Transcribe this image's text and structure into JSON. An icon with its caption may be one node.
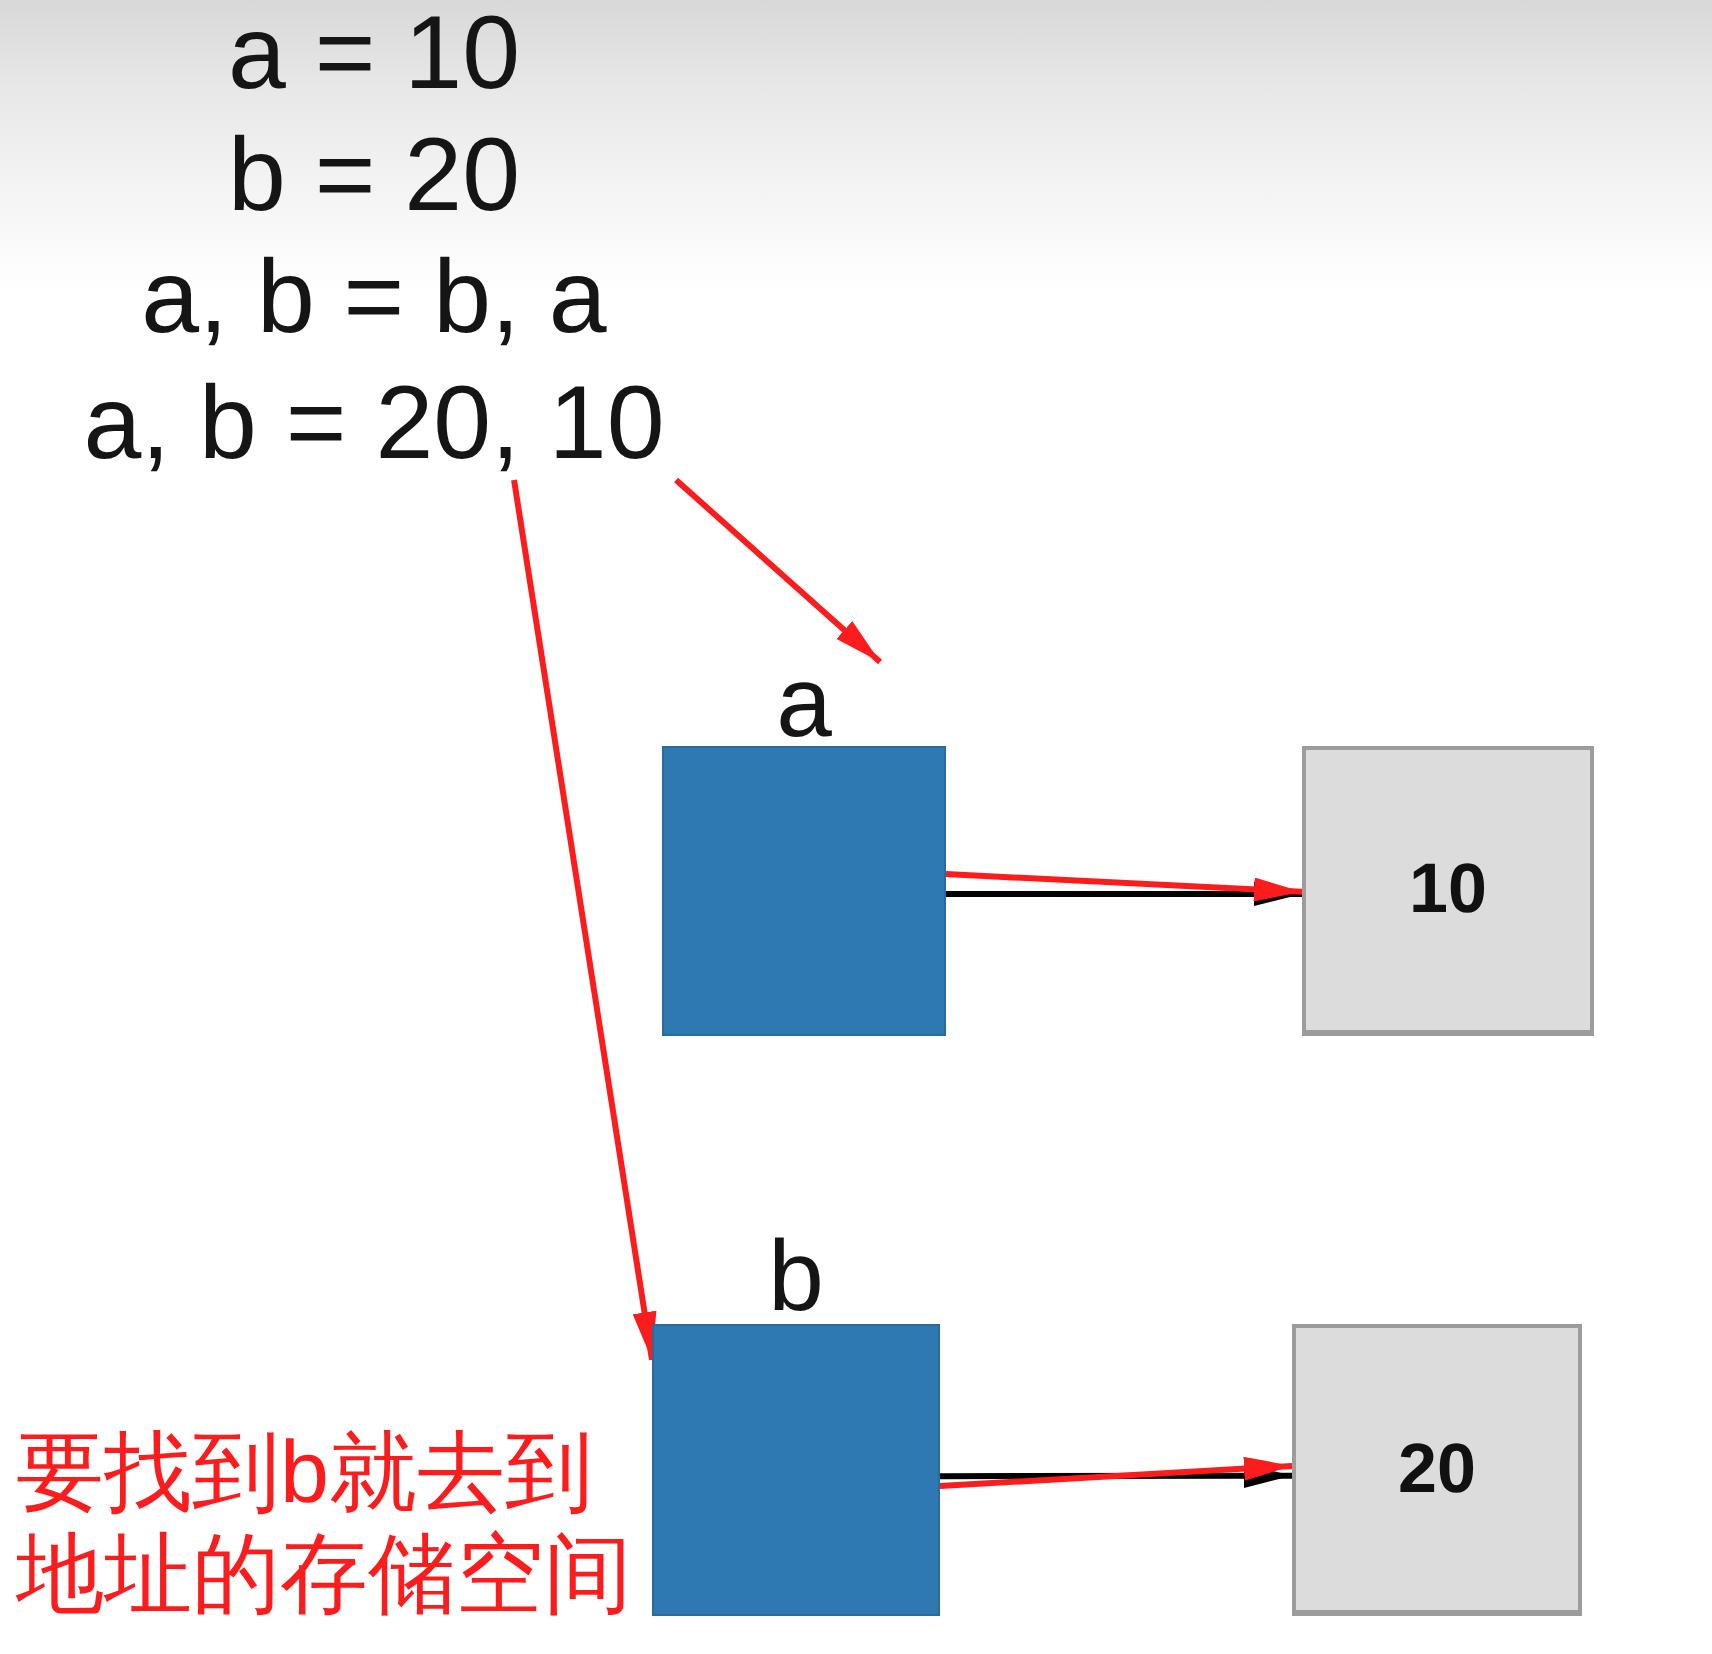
{
  "diagram": {
    "nodes": [
      {
        "text": [
          "a = 10",
          "b = 20",
          "a, b = b, a",
          "a, b = 20, 10"
        ]
      },
      {
        "text": [
          "a"
        ]
      },
      {
        "text": [
          "10"
        ]
      },
      {
        "text": [
          "b"
        ]
      },
      {
        "text": [
          "20"
        ]
      }
    ],
    "edges": [
      {
        "from": 1,
        "to": 2,
        "arrow": "to",
        "color": "#000000"
      },
      {
        "from": 3,
        "to": 4,
        "arrow": "to",
        "color": "#000000"
      },
      {
        "from": 0,
        "to": 1,
        "arrow": "to"
      },
      {
        "from": 0,
        "to": 3,
        "arrow": "to"
      },
      {
        "from": 1,
        "to": 2,
        "arrow": "to"
      },
      {
        "from": 3,
        "to": 4,
        "arrow": "to"
      }
    ],
    "labels": [
      "要找到b就去到地址的存储空间"
    ]
  }
}
